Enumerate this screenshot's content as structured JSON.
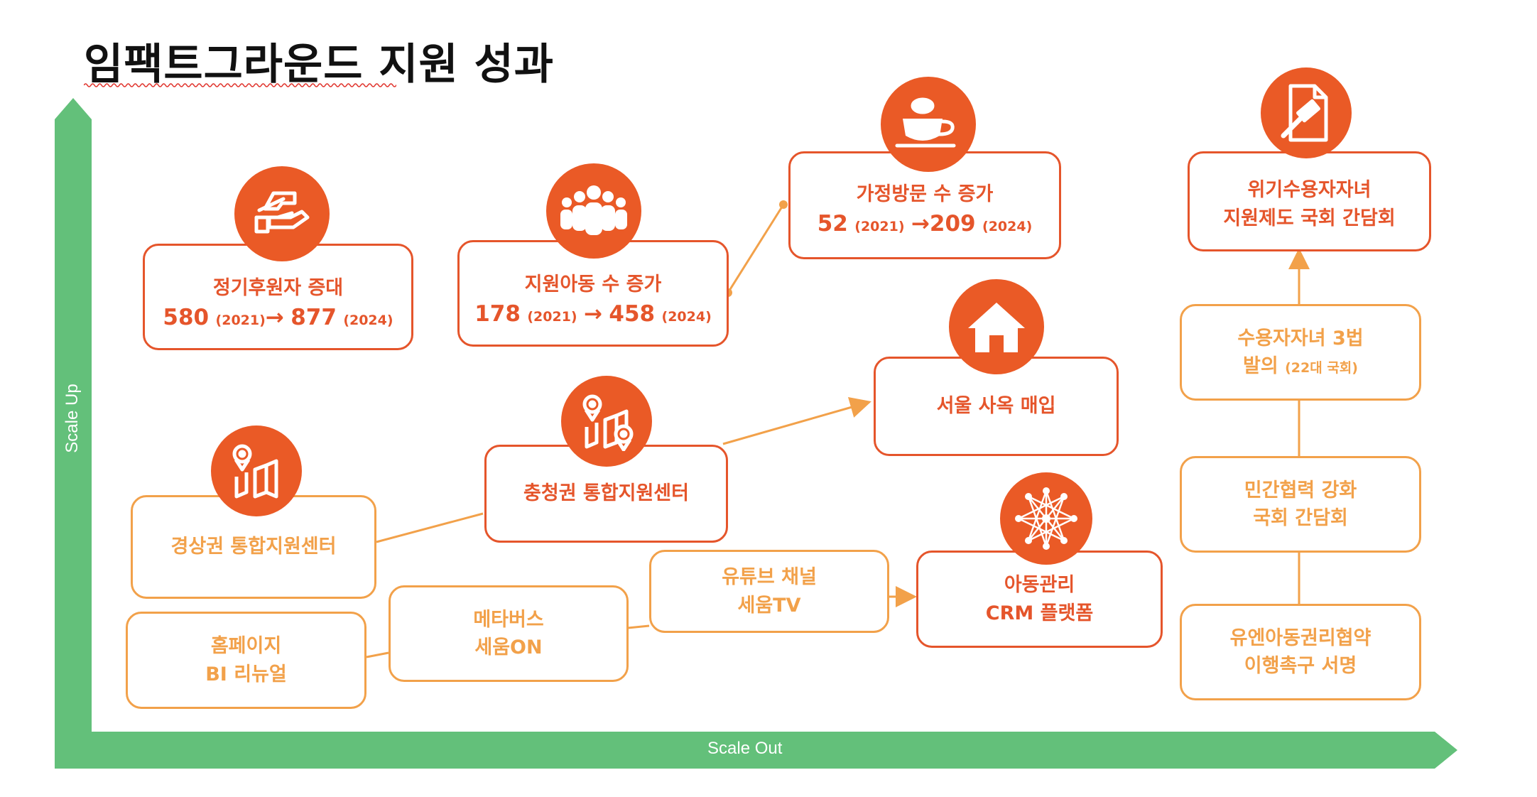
{
  "title": "임팩트그라운드 지원 성과",
  "axes": {
    "y_label": "Scale Up",
    "x_label": "Scale Out"
  },
  "colors": {
    "red": "#e5552b",
    "orange": "#f2a14a",
    "green": "#63c07a",
    "icon_bg": "#ea5a26"
  },
  "boxes": {
    "donors": {
      "line1": "정기후원자 증대",
      "v1": "580",
      "y1": "(2021)",
      "arrow": "→",
      "v2": "877",
      "y2": "(2024)",
      "icon": "handshake-icon"
    },
    "children": {
      "line1": "지원아동 수 증가",
      "v1": "178",
      "y1": "(2021)",
      "arrow": "→",
      "v2": "458",
      "y2": "(2024)",
      "icon": "people-icon"
    },
    "visits": {
      "line1": "가정방문 수 증가",
      "v1": "52",
      "y1": "(2021)",
      "arrow": "→",
      "v2": "209",
      "y2": "(2024)",
      "icon": "coffee-cup-icon"
    },
    "foster": {
      "line1": "위기수용자자녀",
      "line2": "지원제도 국회 간담회",
      "icon": "gavel-document-icon"
    },
    "seoul": {
      "line1": "서울 사옥 매입",
      "icon": "house-icon"
    },
    "chungcheong": {
      "line1": "충청권 통합지원센터",
      "icon": "map-pin-icon"
    },
    "gyeongsang": {
      "line1": "경상권 통합지원센터",
      "icon": "map-pin-icon"
    },
    "crm": {
      "line1": "아동관리",
      "line2": "CRM 플랫폼",
      "icon": "network-icon"
    },
    "youtube": {
      "line1": "유튜브 채널",
      "line2": "세움TV"
    },
    "metaverse": {
      "line1": "메타버스",
      "line2": "세움ON"
    },
    "homepage": {
      "line1": "홈페이지",
      "line2": "BI 리뉴얼"
    },
    "laws": {
      "line1": "수용자자녀 3법",
      "line2": "발의",
      "note": "(22대 국회)"
    },
    "private": {
      "line1": "민간협력 강화",
      "line2": "국회 간담회"
    },
    "un": {
      "line1": "유엔아동권리협약",
      "line2": "이행촉구 서명"
    }
  }
}
